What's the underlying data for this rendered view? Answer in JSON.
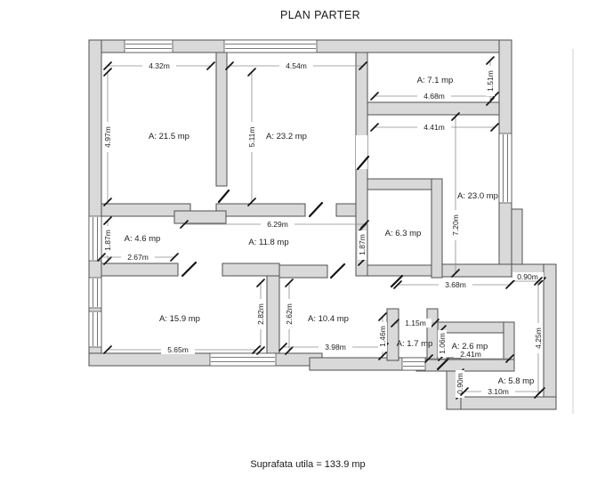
{
  "title": "PLAN PARTER",
  "footer": "Suprafata utila = 133.9 mp",
  "colors": {
    "wall_fill": "#d9d9d9",
    "wall_stroke": "#4f4f4f",
    "text": "#1c1c1c"
  },
  "rooms": [
    {
      "label": "A: 21.5 mp"
    },
    {
      "label": "A: 23.2 mp"
    },
    {
      "label": "A: 7.1 mp"
    },
    {
      "label": "A: 23.0 mp"
    },
    {
      "label": "A: 4.6 mp"
    },
    {
      "label": "A: 11.8 mp"
    },
    {
      "label": "A: 6.3 mp"
    },
    {
      "label": "A: 15.9 mp"
    },
    {
      "label": "A: 10.4 mp"
    },
    {
      "label": "A: 1.7 mp"
    },
    {
      "label": "A: 2.6 mp"
    },
    {
      "label": "A: 5.8 mp"
    }
  ],
  "dims": [
    {
      "label": "4.32m"
    },
    {
      "label": "4.54m"
    },
    {
      "label": "4.68m"
    },
    {
      "label": "1.51m"
    },
    {
      "label": "4.41m"
    },
    {
      "label": "4.97m"
    },
    {
      "label": "5.11m"
    },
    {
      "label": "7.20m"
    },
    {
      "label": "1.87m"
    },
    {
      "label": "2.67m"
    },
    {
      "label": "6.29m"
    },
    {
      "label": "1.87m"
    },
    {
      "label": "3.68m"
    },
    {
      "label": "0.90m"
    },
    {
      "label": "2.82m"
    },
    {
      "label": "2.62m"
    },
    {
      "label": "5.65m"
    },
    {
      "label": "3.98m"
    },
    {
      "label": "1.46m"
    },
    {
      "label": "1.15m"
    },
    {
      "label": "1.06m"
    },
    {
      "label": "2.41m"
    },
    {
      "label": "0.90m"
    },
    {
      "label": "3.10m"
    },
    {
      "label": "4.25m"
    }
  ]
}
